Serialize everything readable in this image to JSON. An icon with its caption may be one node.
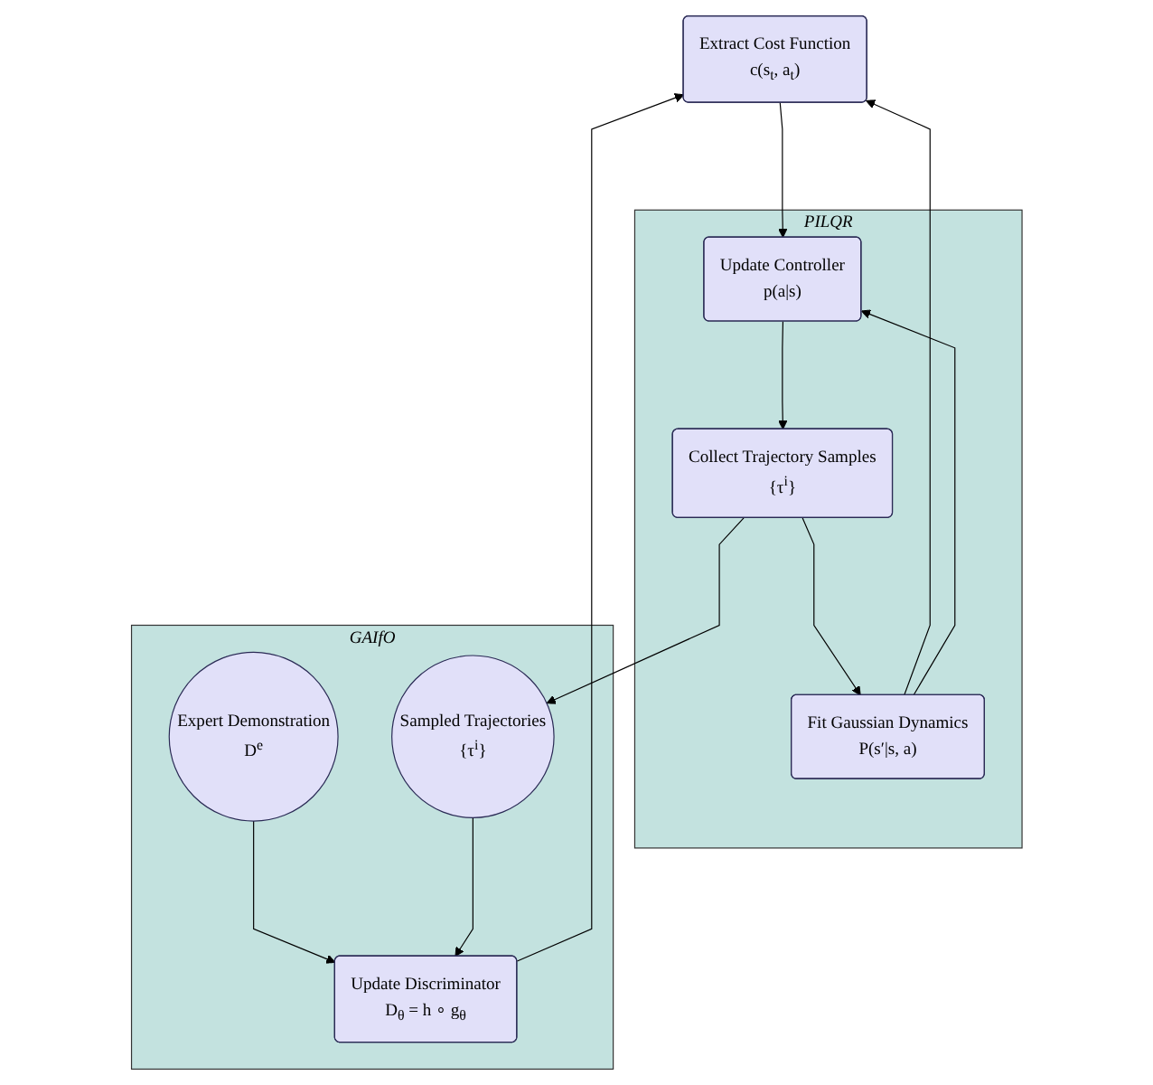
{
  "diagram": {
    "nodes": [
      {
        "text": [
          "Extract Cost Function",
          "c(s$_{t}$, a$_{t}$)"
        ]
      },
      {
        "text": [
          "GAIfO"
        ]
      },
      {
        "text": [
          "Update Discriminator",
          "D$_{θ}$ = h ∘ g$_{θ}$"
        ],
        "in": 1
      },
      {
        "text": [
          "Expert Demonstration",
          "D$^{e}$"
        ],
        "in": 1
      },
      {
        "text": [
          "Sampled Trajectories",
          "{τ$^{i}$}"
        ],
        "in": 1
      },
      {
        "text": [
          "PILQR"
        ]
      },
      {
        "text": [
          "Update Controller",
          "p(a|s)"
        ],
        "in": 5
      },
      {
        "text": [
          "Collect Trajectory Samples",
          "{τ$^{i}$}"
        ],
        "in": 5
      },
      {
        "text": [
          "Fit Gaussian Dynamics",
          "P(s′|s, a)"
        ],
        "in": 5
      }
    ],
    "edges": [
      {
        "from": 3,
        "to": 2,
        "arrow": "to"
      },
      {
        "from": 4,
        "to": 2,
        "arrow": "to"
      },
      {
        "from": 2,
        "to": 0,
        "arrow": "to"
      },
      {
        "from": 0,
        "to": 6,
        "arrow": "to"
      },
      {
        "from": 6,
        "to": 7,
        "arrow": "to"
      },
      {
        "from": 7,
        "to": 8,
        "arrow": "to"
      },
      {
        "from": 7,
        "to": 4,
        "arrow": "to"
      },
      {
        "from": 8,
        "to": 0,
        "arrow": "to"
      },
      {
        "from": 8,
        "to": 6,
        "arrow": "to"
      }
    ]
  }
}
